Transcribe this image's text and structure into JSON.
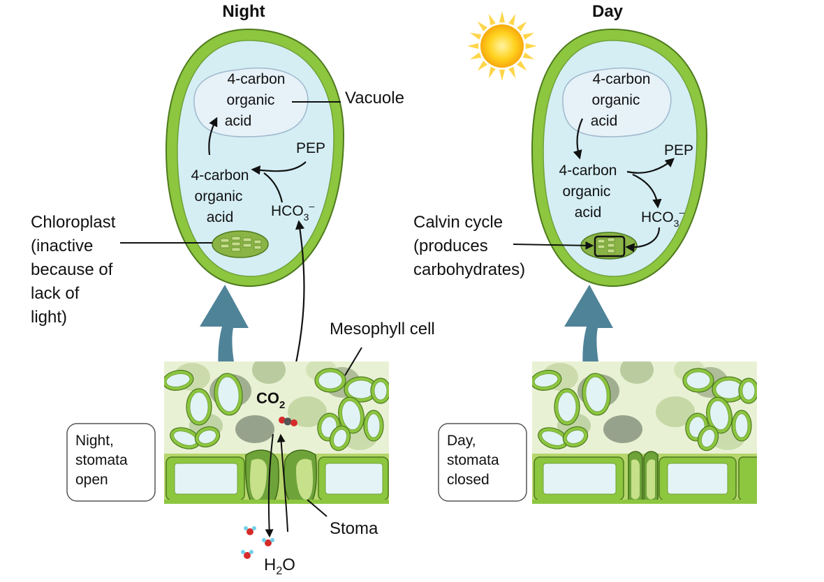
{
  "titles": {
    "night": "Night",
    "day": "Day"
  },
  "night": {
    "vacuole_acid": [
      "4-carbon",
      "organic",
      "acid"
    ],
    "cytosol_acid": [
      "4-carbon",
      "organic",
      "acid"
    ],
    "pep": "PEP",
    "hco3": "HCO",
    "hco3_sub": "3",
    "hco3_sup": "–",
    "vacuole_label": "Vacuole",
    "chloroplast_label": [
      "Chloroplast",
      "(inactive",
      "because of",
      "lack of",
      "light)"
    ],
    "mesophyll_label": "Mesophyll cell",
    "co2": "CO",
    "co2_sub": "2",
    "stoma_label": "Stoma",
    "h2o": "H",
    "h2o_sub": "2",
    "h2o_end": "O",
    "box_label": [
      "Night,",
      "stomata",
      "open"
    ]
  },
  "day": {
    "vacuole_acid": [
      "4-carbon",
      "organic",
      "acid"
    ],
    "cytosol_acid": [
      "4-carbon",
      "organic",
      "acid"
    ],
    "pep": "PEP",
    "hco3": "HCO",
    "hco3_sub": "3",
    "hco3_sup": "–",
    "calvin_label": [
      "Calvin cycle",
      "(produces",
      "carbohydrates)"
    ],
    "box_label": [
      "Day,",
      "stomata",
      "closed"
    ]
  },
  "colors": {
    "cell_wall": "#8dc63f",
    "cell_wall_dark": "#4d7a1e",
    "cytoplasm": "#d4eef4",
    "vacuole": "#e6f1f8",
    "chloroplast": "#8bb446",
    "tissue_bg": "#e9f1d4",
    "upward_arrow": "#4f8398",
    "sun": "#ffc20e"
  }
}
